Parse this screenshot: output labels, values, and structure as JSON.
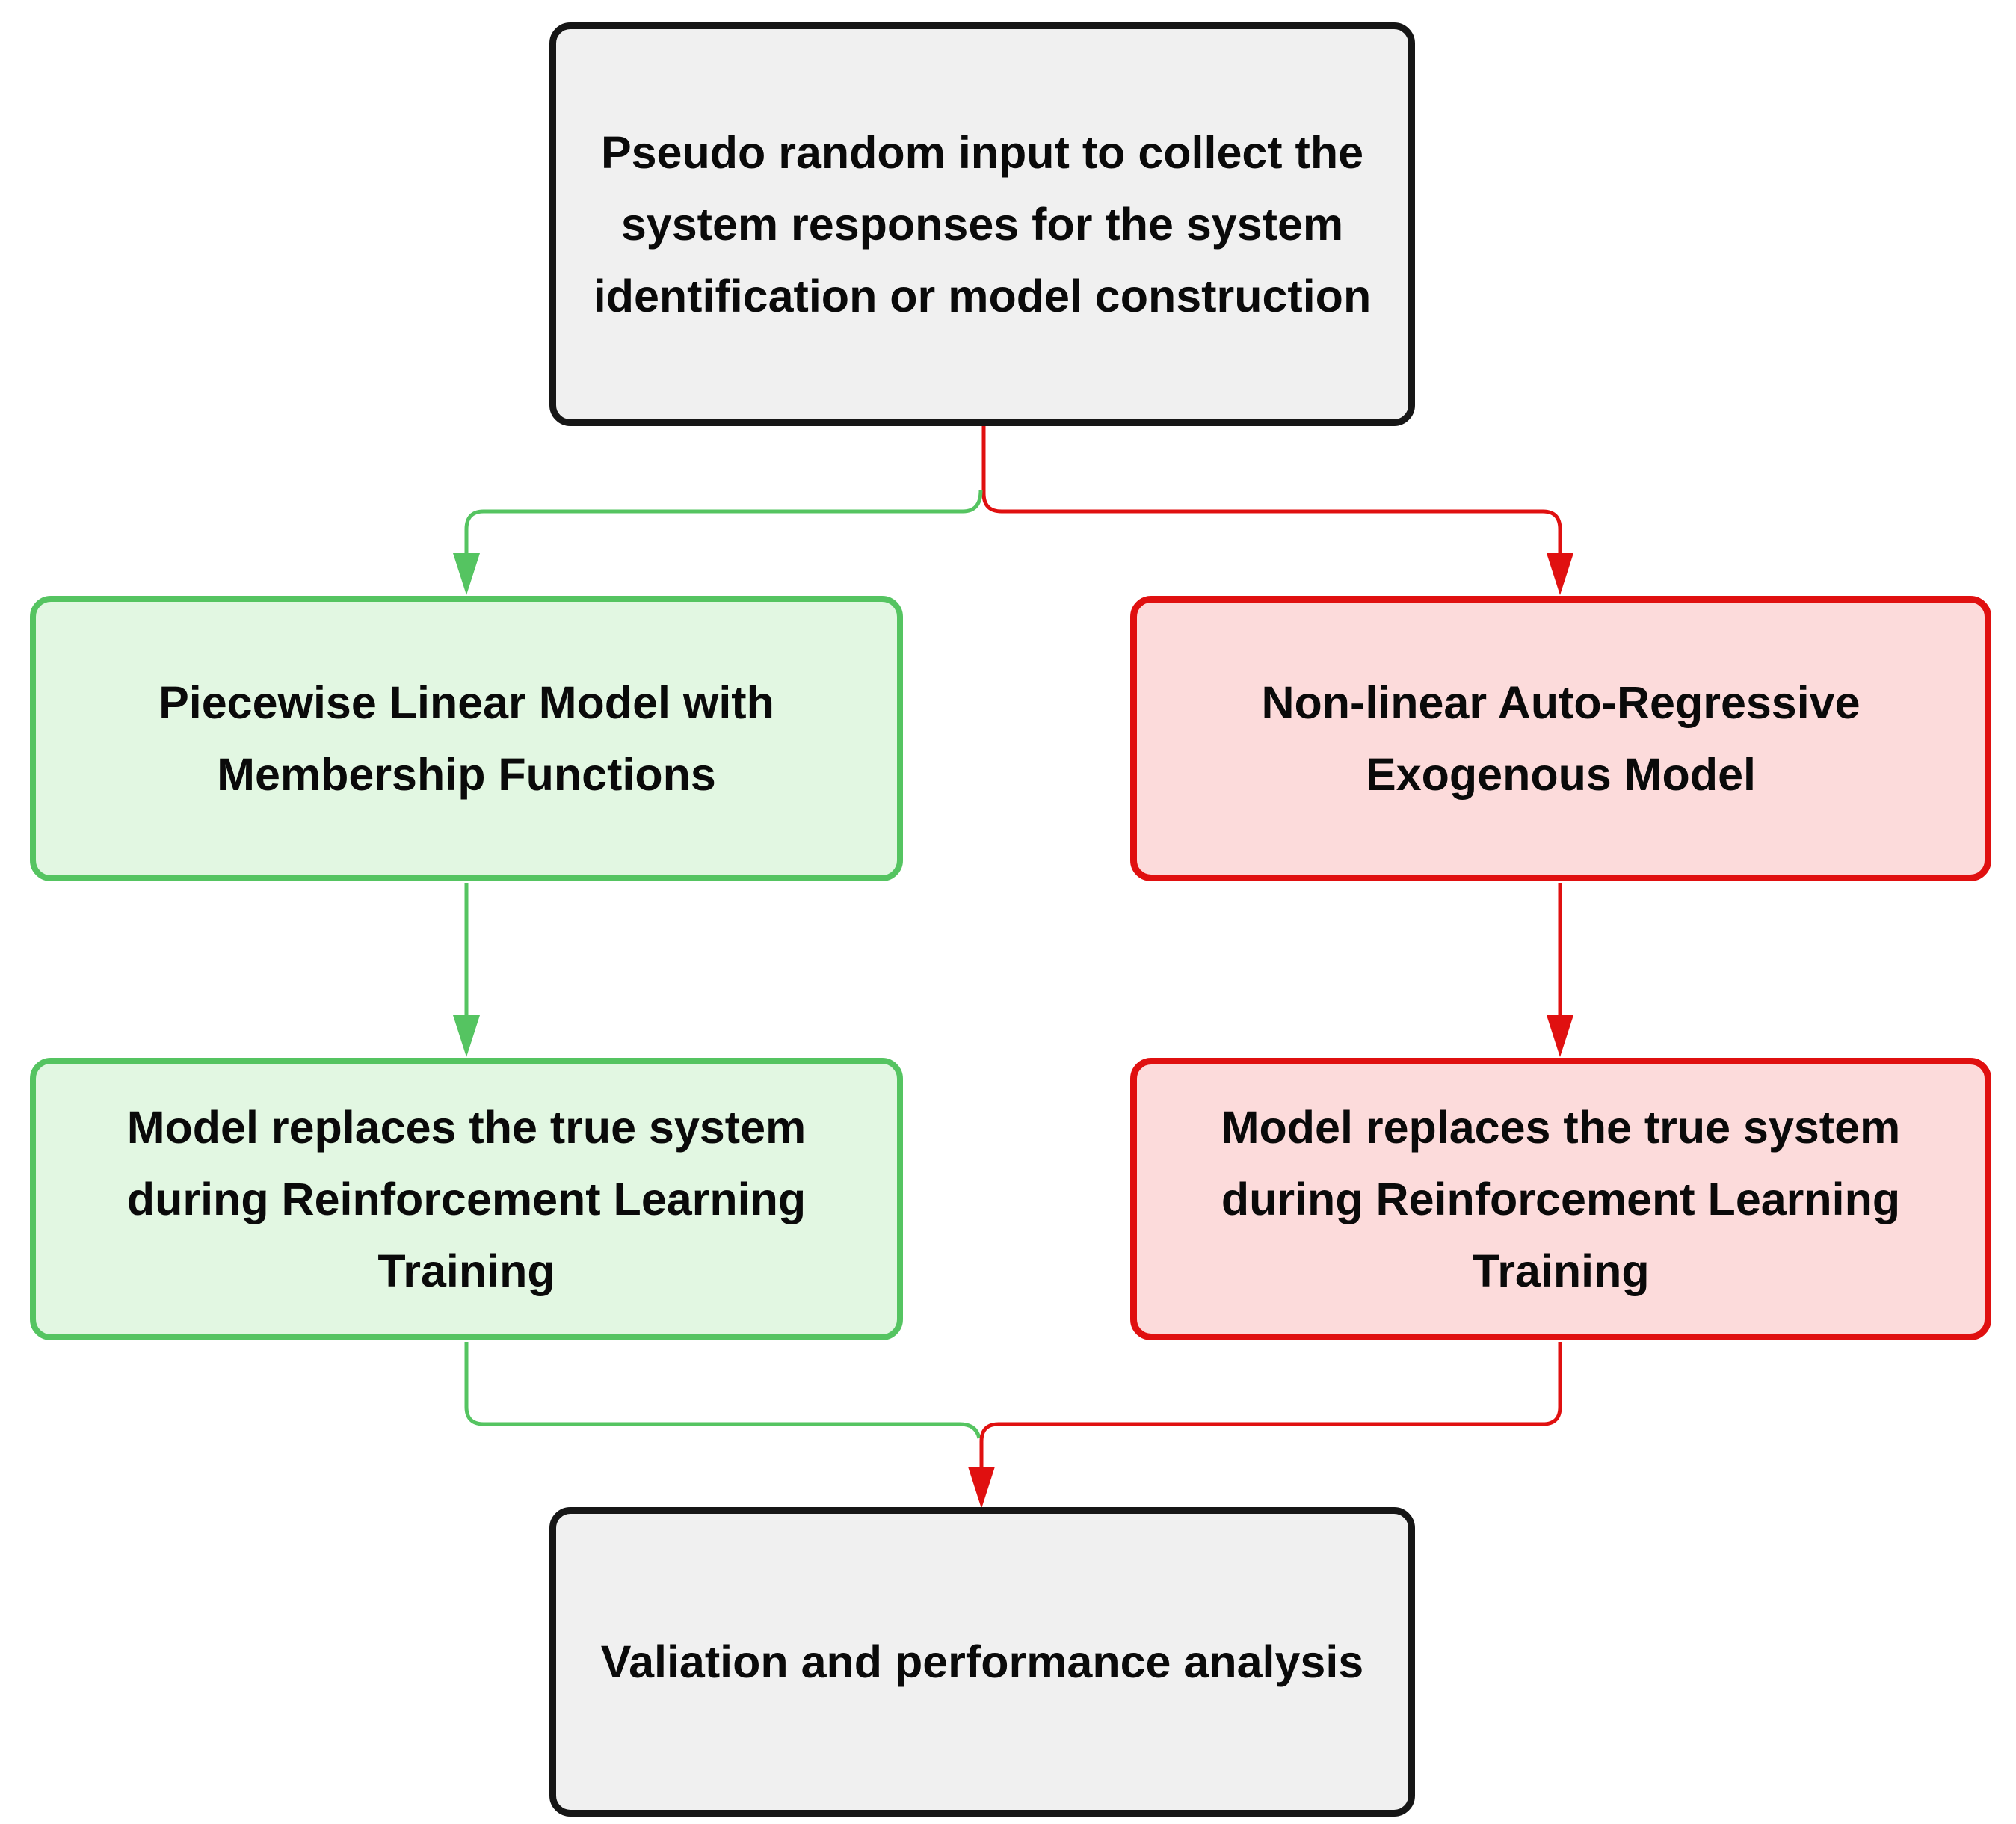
{
  "diagram": {
    "nodes": {
      "input": {
        "label": "Pseudo random input to collect the system responses for the system identification or model construction"
      },
      "pwl": {
        "label": "Piecewise Linear Model with Membership Functions"
      },
      "narx": {
        "label": "Non-linear Auto-Regressive Exogenous Model"
      },
      "pwl_rl": {
        "label": "Model replaces the true system during Reinforcement Learning Training"
      },
      "narx_rl": {
        "label": "Model replaces the true system during Reinforcement Learning Training"
      },
      "validation": {
        "label": "Valiation and performance analysis"
      }
    },
    "edges": [
      {
        "from": "input",
        "to": "pwl",
        "color": "#55c461",
        "arrow": "down"
      },
      {
        "from": "input",
        "to": "narx",
        "color": "#e01010",
        "arrow": "down"
      },
      {
        "from": "pwl",
        "to": "pwl_rl",
        "color": "#55c461",
        "arrow": "down"
      },
      {
        "from": "narx",
        "to": "narx_rl",
        "color": "#e01010",
        "arrow": "down"
      },
      {
        "from": "pwl_rl",
        "to": "validation",
        "color": "#55c461",
        "arrow": "merge"
      },
      {
        "from": "narx_rl",
        "to": "validation",
        "color": "#e01010",
        "arrow": "merge-down"
      }
    ],
    "colors": {
      "neutral_border": "#161616",
      "neutral_fill": "#f0f0f0",
      "green_border": "#55c461",
      "green_fill": "#e2f7e2",
      "red_border": "#e01010",
      "red_fill": "#fcdbdb",
      "text": "#0a0a0a",
      "background": "#ffffff"
    }
  }
}
